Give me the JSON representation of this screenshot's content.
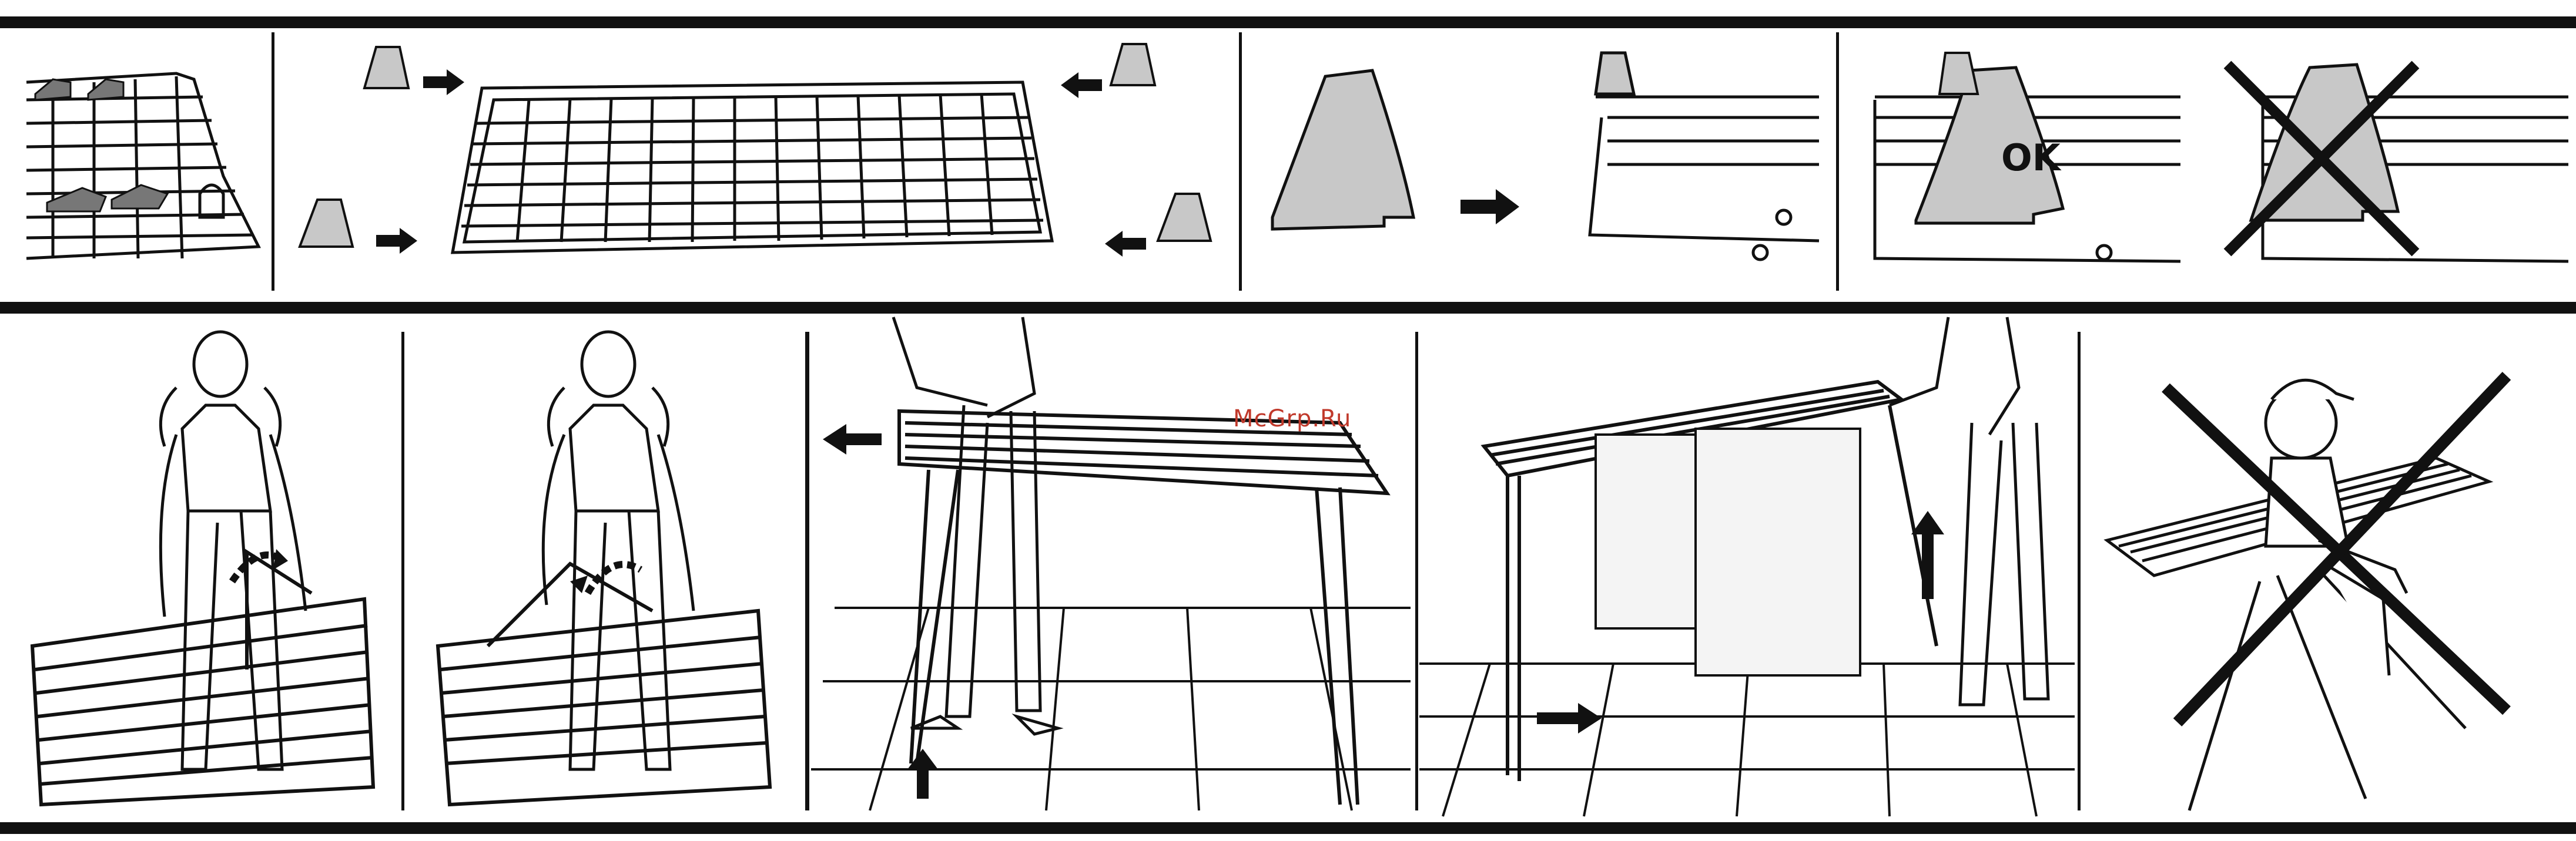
{
  "watermark": {
    "text": "McGrp.Ru",
    "color": "#c0392b"
  },
  "labels": {
    "ok": "OK"
  },
  "colors": {
    "ink": "#111111",
    "gray_fill": "#c8c8c8",
    "paper": "#ffffff"
  },
  "panels_top": [
    {
      "id": "panel-1",
      "name": "clips-on-frame"
    },
    {
      "id": "panel-2",
      "name": "insert-corner-caps"
    },
    {
      "id": "panel-3",
      "name": "slide-cap-on"
    },
    {
      "id": "panel-4",
      "name": "correct-fit"
    },
    {
      "id": "panel-5",
      "name": "wrong-fit"
    }
  ],
  "panels_bottom": [
    {
      "id": "panel-6",
      "name": "unfold-legs-1"
    },
    {
      "id": "panel-7",
      "name": "unfold-legs-2"
    },
    {
      "id": "panel-8",
      "name": "pull-to-extend"
    },
    {
      "id": "panel-9",
      "name": "lift-side-wing"
    },
    {
      "id": "panel-10",
      "name": "do-not-sit"
    }
  ]
}
